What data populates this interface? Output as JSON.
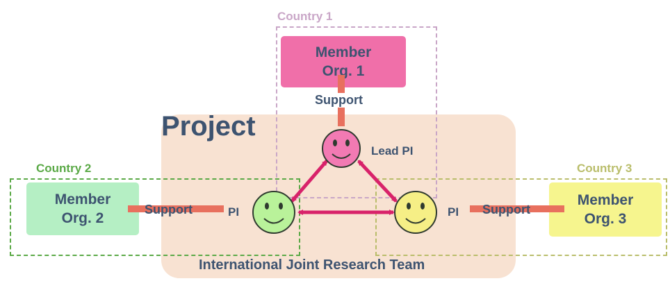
{
  "diagram": {
    "project_label": "Project",
    "team_label": "International Joint Research Team",
    "countries": [
      {
        "label": "Country 1",
        "color": "#c9a6c7"
      },
      {
        "label": "Country 2",
        "color": "#5aa946"
      },
      {
        "label": "Country 3",
        "color": "#b9bd6a"
      }
    ],
    "orgs": [
      {
        "line1": "Member",
        "line2": "Org. 1",
        "fill": "#f06fa9"
      },
      {
        "line1": "Member",
        "line2": "Org. 2",
        "fill": "#b5efc4"
      },
      {
        "line1": "Member",
        "line2": "Org. 3",
        "fill": "#f6f58e"
      }
    ],
    "investigators": [
      {
        "label": "Lead PI",
        "face_color": "#f27ab3"
      },
      {
        "label": "PI",
        "face_color": "#b9f29a"
      },
      {
        "label": "PI",
        "face_color": "#f6ef86"
      }
    ],
    "support_label": "Support",
    "colors": {
      "project_bg": "#f8e2d2",
      "support_arrow": "#e8705e",
      "pi_arrow": "#d8226a",
      "text": "#3d5370"
    }
  }
}
